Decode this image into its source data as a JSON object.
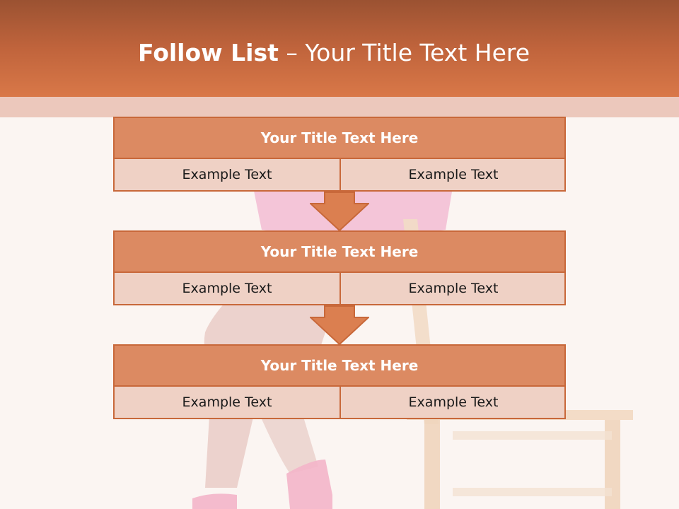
{
  "slide": {
    "title_bold": "Follow List",
    "title_rest": " – Your Title Text Here"
  },
  "blocks": [
    {
      "title": "Your Title Text Here",
      "left": "Example Text",
      "right": "Example Text"
    },
    {
      "title": "Your Title Text Here",
      "left": "Example Text",
      "right": "Example Text"
    },
    {
      "title": "Your Title Text Here",
      "left": "Example Text",
      "right": "Example Text"
    }
  ],
  "colors": {
    "accent": "#d47446",
    "header_dark": "#9b5232",
    "block_title": "#dc8a62",
    "block_body": "#efd1c5",
    "border": "#c8683a"
  }
}
